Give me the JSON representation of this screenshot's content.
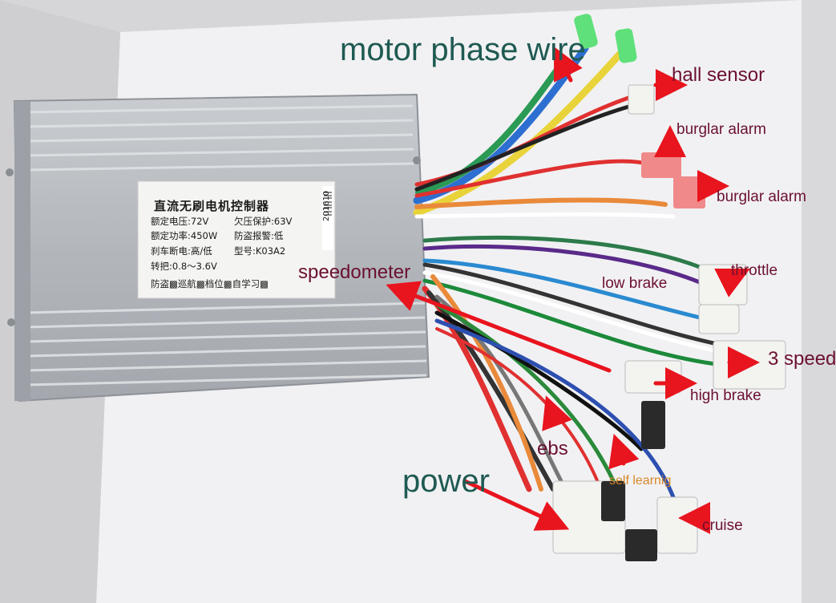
{
  "labels": {
    "motor_phase_wire": "motor phase wire",
    "hall_sensor": "hall sensor",
    "burglar_alarm_1": "burglar alarm",
    "burglar_alarm_2": "burglar alarm",
    "throttle": "throttle",
    "low_brake": "low brake",
    "three_speed": "3 speed",
    "speedometer": "speedometer",
    "high_brake": "high brake",
    "ebs": "ebs",
    "power": "power",
    "self_learning": "self learnig",
    "cruise": "cruise"
  },
  "sticker": {
    "title": "直流无刷电机控制器",
    "row1_left": "额定电压:72V",
    "row1_right": "欠压保护:63V",
    "row2_left": "额定功率:450W",
    "row2_right": "防盗报警:低",
    "row3_left": "刹车断电:高/低",
    "row3_right": "型号:K03A2",
    "row4": "转把:0.8～3.6V",
    "row5": "防盗▩巡航▩档位▩自学习▩",
    "date_code": "201610"
  },
  "colors": {
    "label_teal": "#1f5a52",
    "label_maroon": "#6b1030",
    "label_orange": "#d8882a",
    "arrow_red": "#e8141e"
  }
}
